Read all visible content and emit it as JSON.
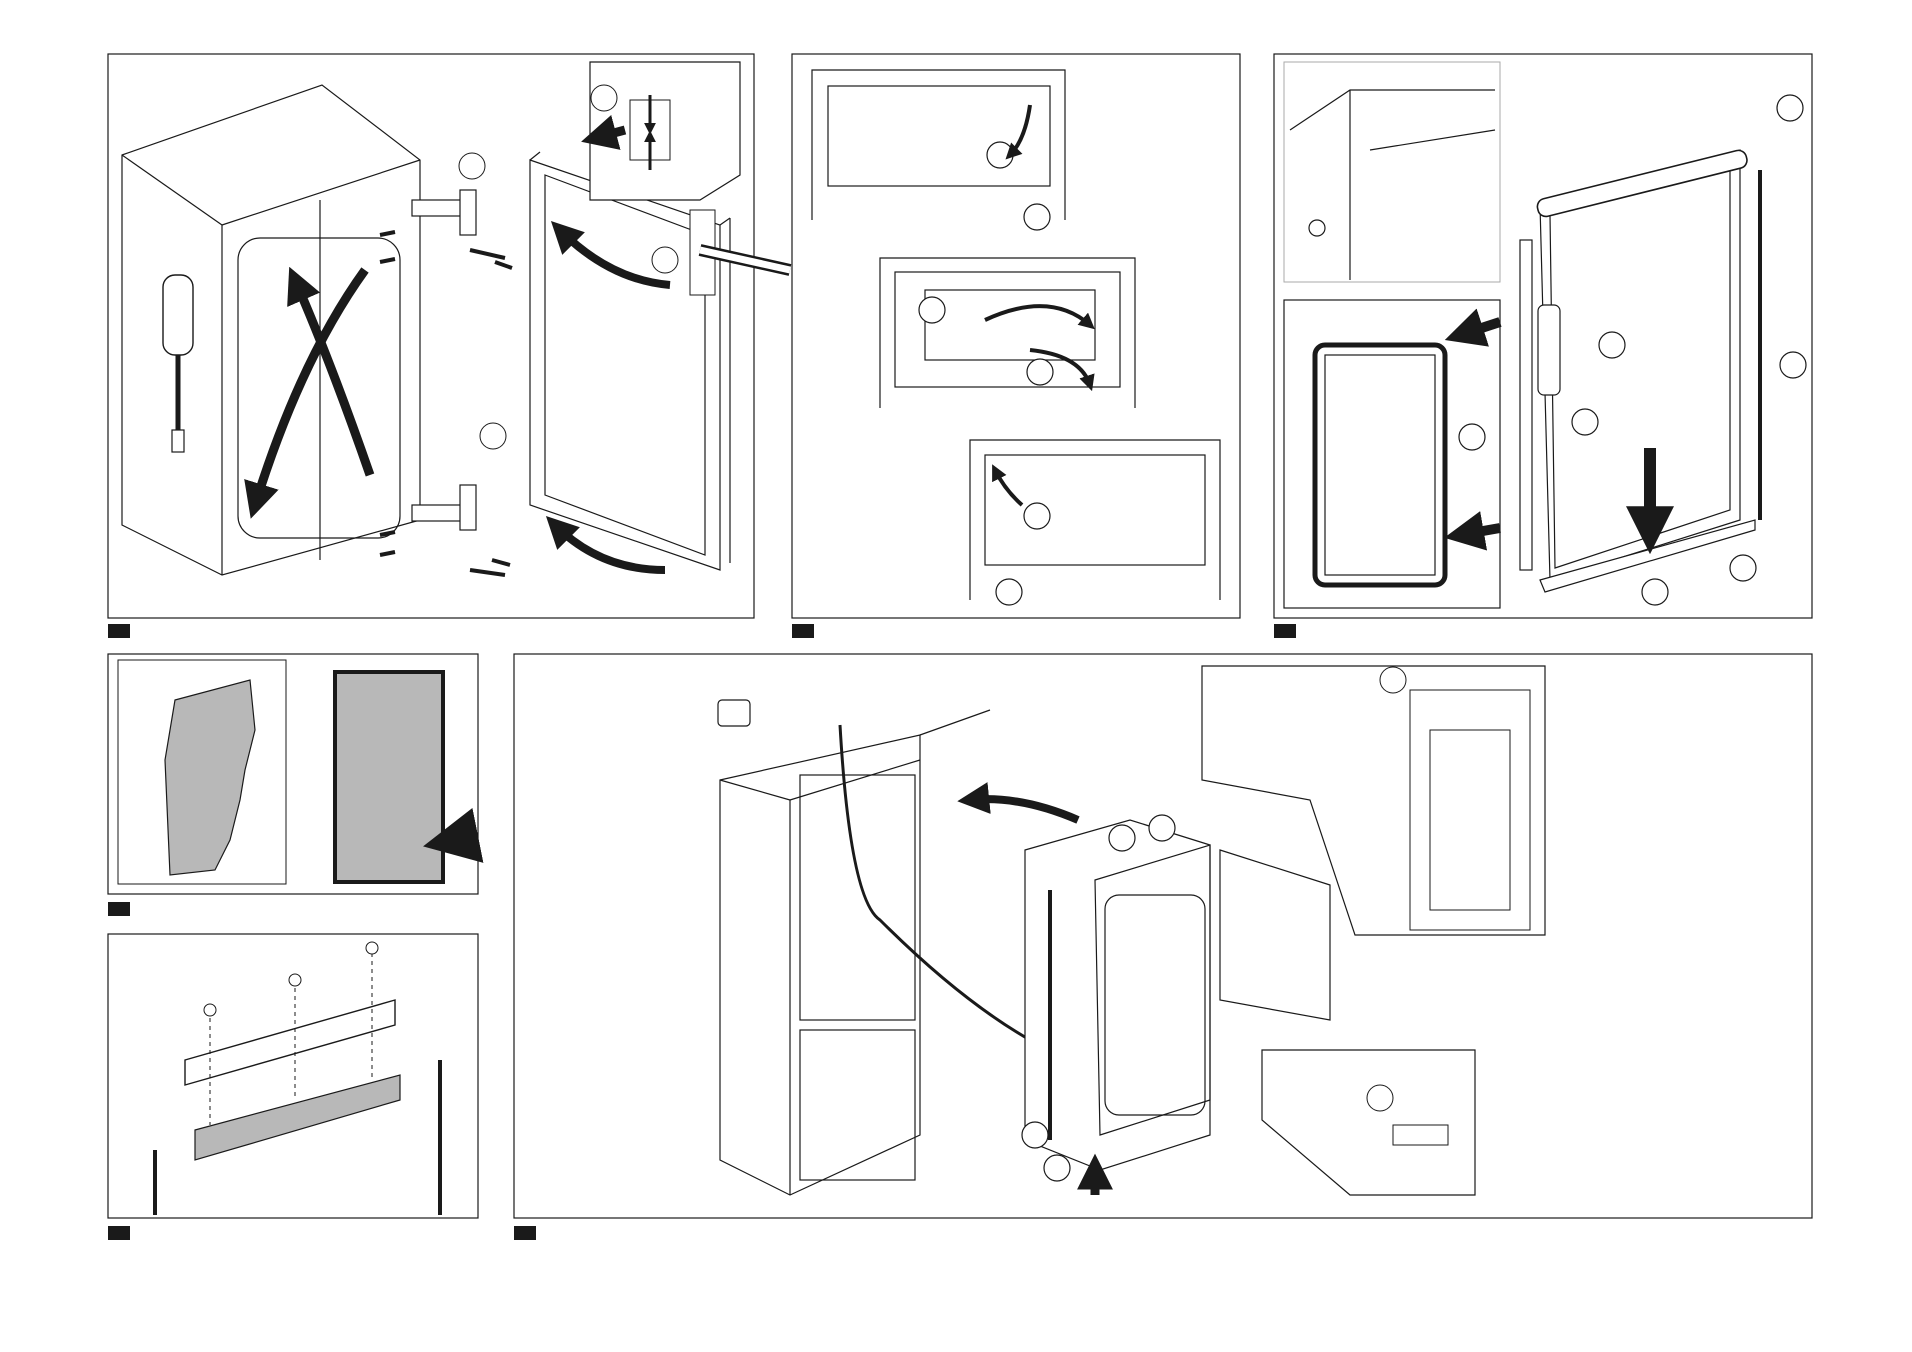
{
  "document": {
    "panels": [
      {
        "id": "fig-1"
      },
      {
        "id": "fig-2"
      },
      {
        "id": "fig-3"
      },
      {
        "id": "fig-4"
      },
      {
        "id": "fig-5"
      },
      {
        "id": "fig-6"
      }
    ]
  },
  "colors": {
    "ink": "#1a1a1a",
    "shade": "#b8b8b8",
    "dark_fill": "#1a1a1a",
    "paper": "#ffffff"
  }
}
